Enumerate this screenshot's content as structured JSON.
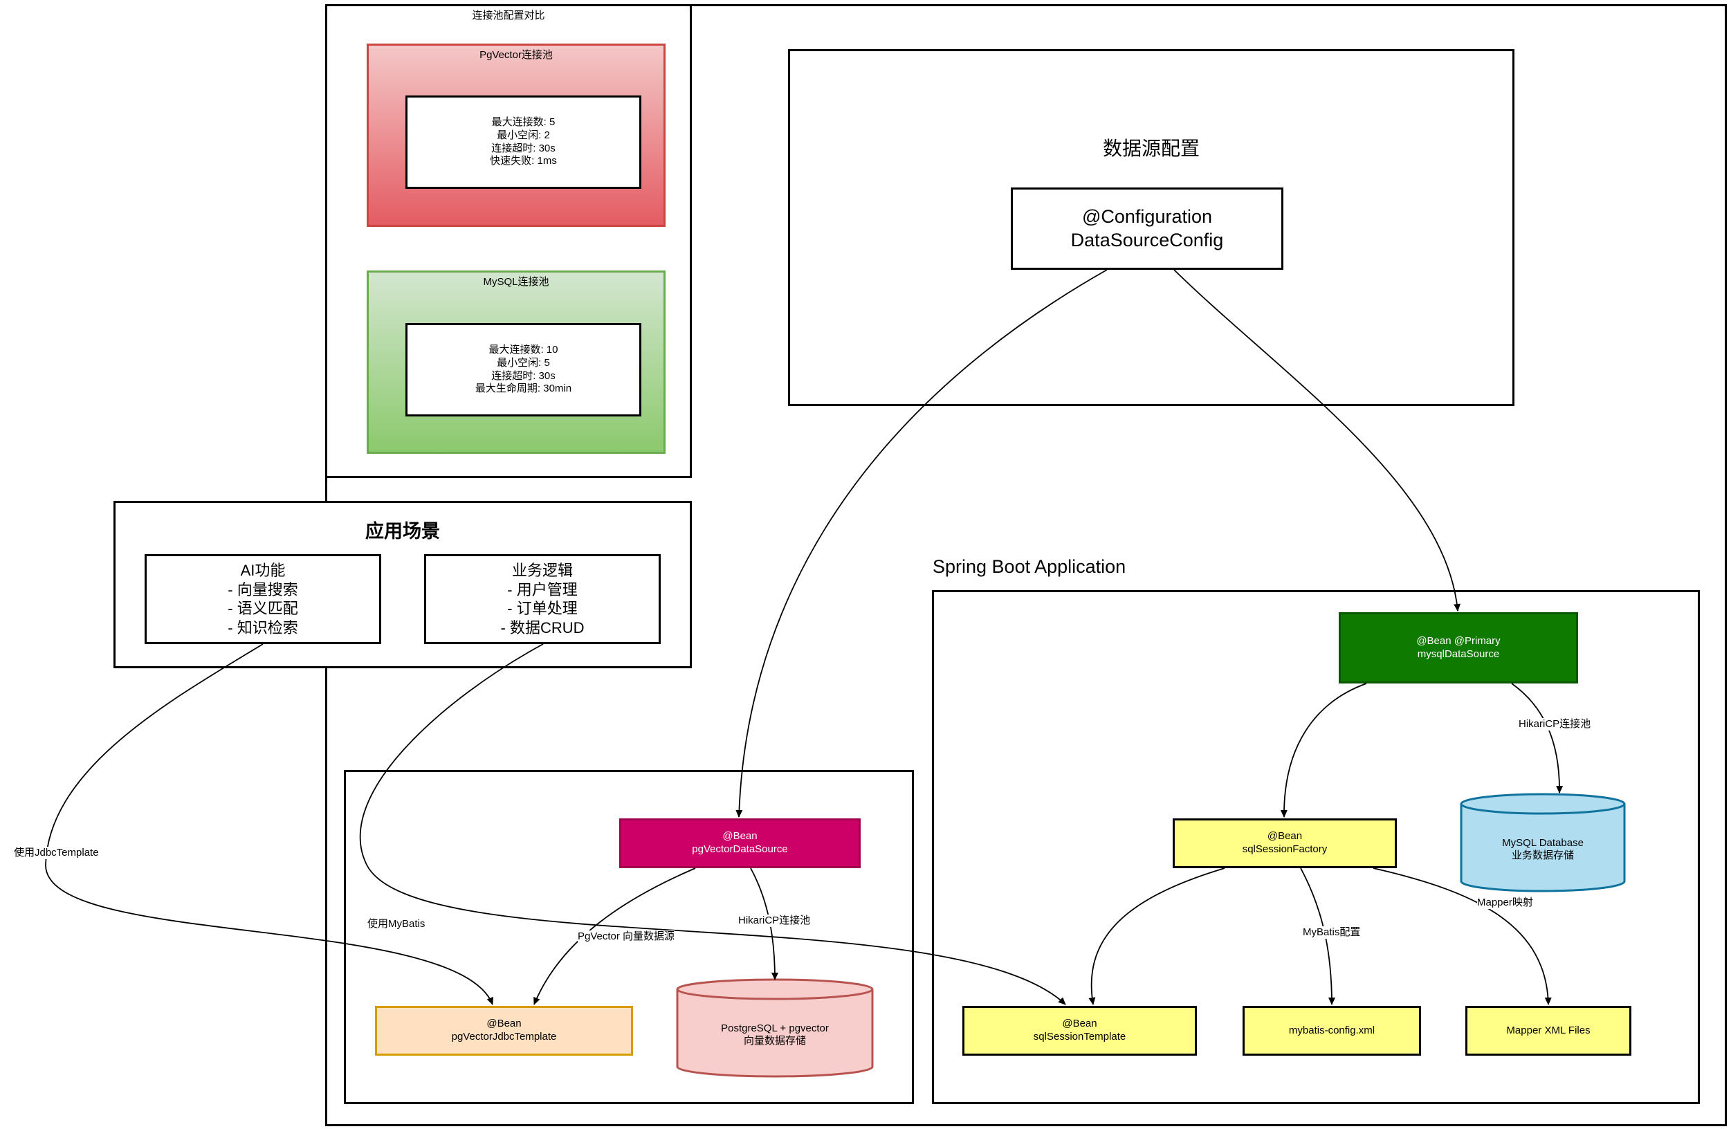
{
  "outer_frame": {},
  "pool_compare": {
    "title": "连接池配置对比",
    "pg": {
      "title": "PgVector连接池",
      "detail": "最大连接数: 5\n最小空闲: 2\n连接超时: 30s\n快速失败: 1ms"
    },
    "mysql": {
      "title": "MySQL连接池",
      "detail": "最大连接数: 10\n最小空闲: 5\n连接超时: 30s\n最大生命周期: 30min"
    }
  },
  "datasource_config": {
    "title": "数据源配置",
    "class_label": "@Configuration\nDataSourceConfig"
  },
  "scenarios": {
    "title": "应用场景",
    "ai": "AI功能\n- 向量搜索\n- 语义匹配\n- 知识检索",
    "biz": "业务逻辑\n- 用户管理\n- 订单处理\n- 数据CRUD"
  },
  "spring_app": {
    "title": "Spring Boot Application",
    "mysql_ds": "@Bean @Primary\nmysqlDataSource",
    "mysql_db": "MySQL Database\n业务数据存储",
    "session_factory": "@Bean\nsqlSessionFactory",
    "session_template": "@Bean\nsqlSessionTemplate",
    "mybatis_config": "mybatis-config.xml",
    "mapper_xml": "Mapper XML Files"
  },
  "pg_group": {
    "pg_ds": "@Bean\npgVectorDataSource",
    "jdbc_template": "@Bean\npgVectorJdbcTemplate",
    "pg_db": "PostgreSQL + pgvector\n向量数据存储"
  },
  "edge_labels": {
    "hikari_mysql": "HikariCP连接池",
    "hikari_pg": "HikariCP连接池",
    "mapper_map": "Mapper映射",
    "mybatis_cfg": "MyBatis配置",
    "pg_vector_src": "PgVector 向量数据源",
    "use_jdbc": "使用JdbcTemplate",
    "use_mybatis": "使用MyBatis"
  },
  "colors": {
    "pg_pool_top": "#f4c7c7",
    "pg_pool_bottom": "#e45c63",
    "mysql_pool_top": "#d3e6cf",
    "mysql_pool_bottom": "#8cc96d",
    "mysql_ds": "#0f7a00",
    "pg_ds": "#cc0066",
    "yellow": "#ffff88",
    "jdbc": "#ffe0c0",
    "pg_db": "#f8cecc",
    "mysql_db": "#b1ddf0"
  }
}
